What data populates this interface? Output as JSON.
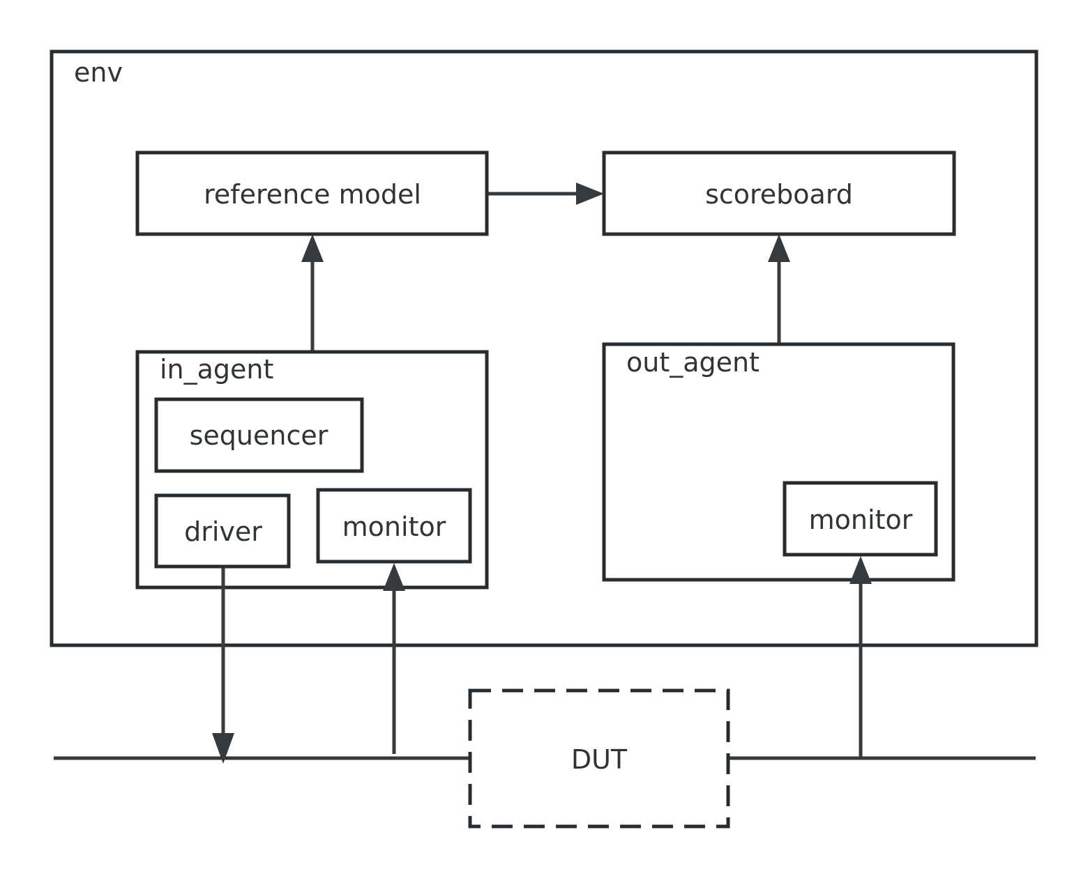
{
  "env": {
    "label": "env"
  },
  "reference_model": {
    "label": "reference model"
  },
  "scoreboard": {
    "label": "scoreboard"
  },
  "in_agent": {
    "label": "in_agent",
    "sequencer": "sequencer",
    "driver": "driver",
    "monitor": "monitor"
  },
  "out_agent": {
    "label": "out_agent",
    "monitor": "monitor"
  },
  "dut": {
    "label": "DUT"
  },
  "colors": {
    "stroke": "#262c30",
    "arrow": "#343a3d",
    "text": "#2f3437",
    "background": "#ffffff"
  }
}
